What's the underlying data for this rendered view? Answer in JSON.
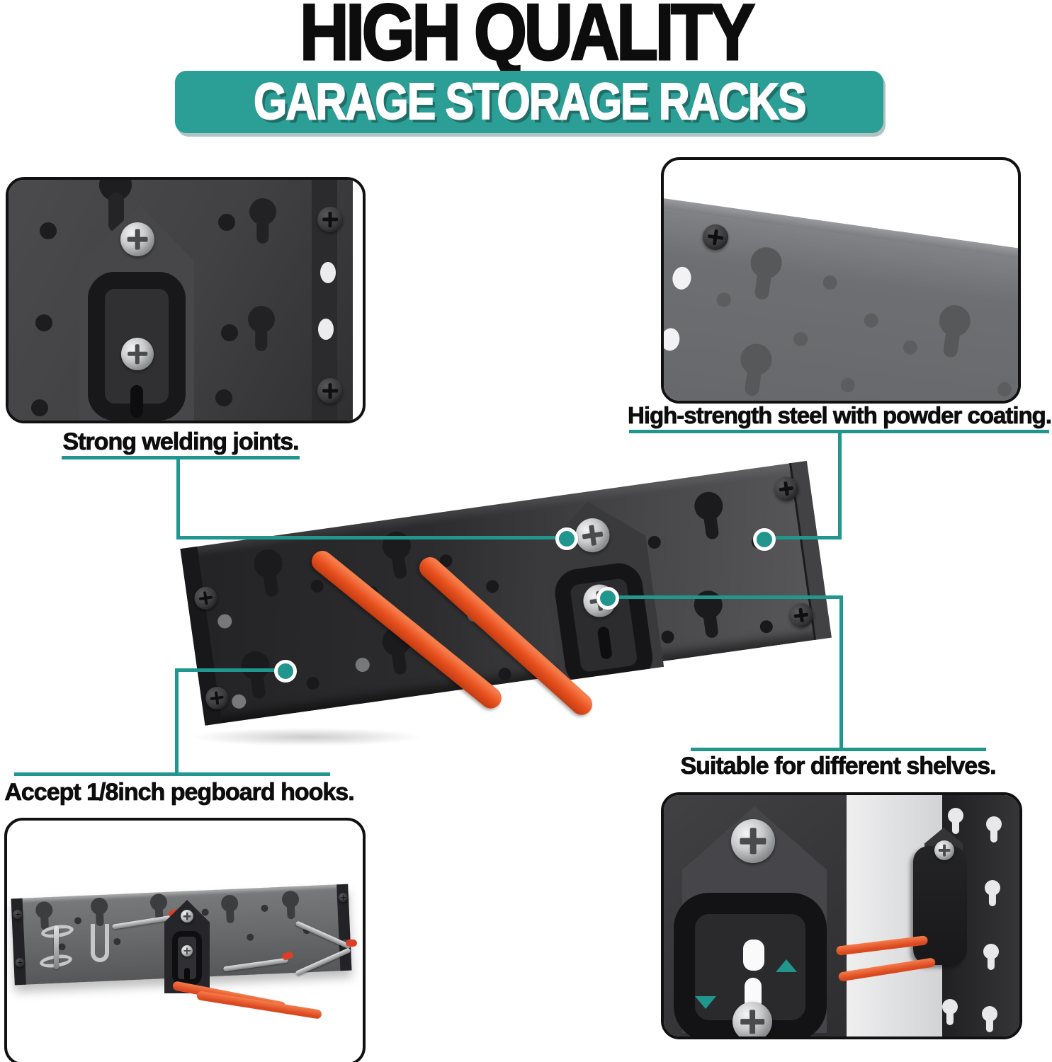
{
  "header": {
    "title": "HIGH QUALITY",
    "banner": "GARAGE STORAGE RACKS"
  },
  "callouts": {
    "welding": {
      "label": "Strong welding joints."
    },
    "steel": {
      "label": "High-strength steel with powder coating."
    },
    "pegboard": {
      "label": "Accept 1/8inch pegboard hooks."
    },
    "shelves": {
      "label": "Suitable for different shelves."
    }
  },
  "colors": {
    "accent_teal": "#21968e",
    "banner_teal": "#2b9e96",
    "hook_orange": "#e8511f",
    "red_tip": "#d8402a",
    "metal_black": "#2c2c2e",
    "steel_gray": "#707173"
  },
  "icons": {
    "arrow_up": "triangle-up-teal",
    "arrow_down": "triangle-down-teal"
  }
}
